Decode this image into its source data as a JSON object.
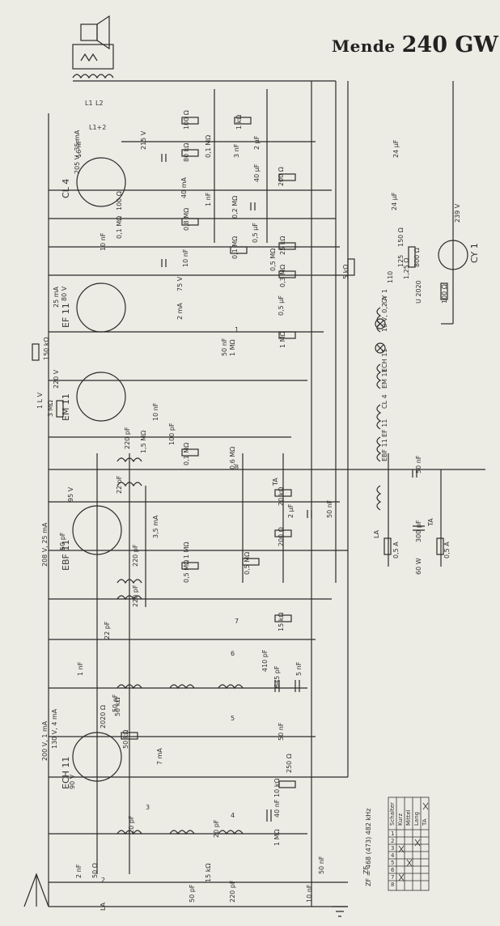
{
  "title": {
    "maker": "Mende",
    "model": "240 GW"
  },
  "tubes": [
    "CL 4",
    "EF 11",
    "EM 11",
    "EBF 11",
    "ECH 11",
    "CY 1"
  ],
  "voltages": [
    "205 V, 35 mA",
    "215 V",
    "40 mA",
    "25 mA",
    "80 V",
    "75 V",
    "2 mA",
    "220 V",
    "1 L V",
    "95 V",
    "208 V, 25 mA",
    "3,5 mA",
    "200 V, 1 mA",
    "130 V, 4 mA",
    "7 mA",
    "90 V",
    "239 V"
  ],
  "resistors": [
    "100 Ω",
    "80 kΩ",
    "1 kΩ",
    "0,1 MΩ",
    "200 Ω",
    "100 Ω",
    "0,1 MΩ",
    "0,8 MΩ",
    "0,2 MΩ",
    "0,1 MΩ",
    "25 kΩ",
    "0,5 MΩ",
    "0,3 MΩ",
    "1 MΩ",
    "150 kΩ",
    "1 MΩ",
    "3 MΩ",
    "1,5 MΩ",
    "0,6 MΩ",
    "0,1 MΩ",
    "20 kΩ",
    "200 Ω",
    "1 MΩ",
    "0,5 MΩ",
    "0,5 MΩ",
    "15 kΩ",
    "50 kΩ",
    "2020 Ω",
    "50 kΩ",
    "250 Ω",
    "10 kΩ",
    "1 MΩ",
    "50 Ω",
    "15 kΩ",
    "5 kΩ",
    "800 Ω",
    "100 Ω",
    "150 Ω",
    "1,25 Ω"
  ],
  "capacitors": [
    "16 nF",
    "3 nF",
    "2 µF",
    "40 µF",
    "24 µF",
    "1 nF",
    "0,5 µF",
    "10 nF",
    "10 nF",
    "0,5 µF",
    "50 nF",
    "10 nF",
    "100 pF",
    "220 pF",
    "22 pF",
    "50 nF",
    "2 µF",
    "220 pF",
    "50 pF",
    "220 pF",
    "22 pF",
    "1 nF",
    "410 pF",
    "645 pF",
    "5 nF",
    "50 pF",
    "50 nF",
    "40 nF",
    "20 pF",
    "20 pF",
    "2 nF",
    "50 pF",
    "220 pF",
    "50 nF",
    "10 nF",
    "50 nF",
    "300 pF",
    "24 µF"
  ],
  "switch_labels": [
    "1",
    "2",
    "3",
    "4",
    "5",
    "6",
    "7",
    "8",
    "TA",
    "LA",
    "ZF"
  ],
  "pilot": [
    "10 V, 0,2 A",
    "CY 1",
    "CL 4",
    "ECH 11",
    "EM 11",
    "EF 11",
    "EBF 11",
    "U 2020",
    "110",
    "125",
    "0,5 A",
    "60 W",
    "LA",
    "0,5 A",
    "TA"
  ],
  "if_note": "ZF = 468 (473) 482 kHz",
  "switch_table": {
    "rows": [
      "Schalter",
      "Kurz",
      "Mittel",
      "Lang",
      "TA"
    ],
    "columns": [
      "1",
      "2",
      "3",
      "4",
      "5",
      "6",
      "7",
      "8"
    ]
  },
  "speaker_labels": [
    "L1",
    "L2",
    "L1+2"
  ]
}
